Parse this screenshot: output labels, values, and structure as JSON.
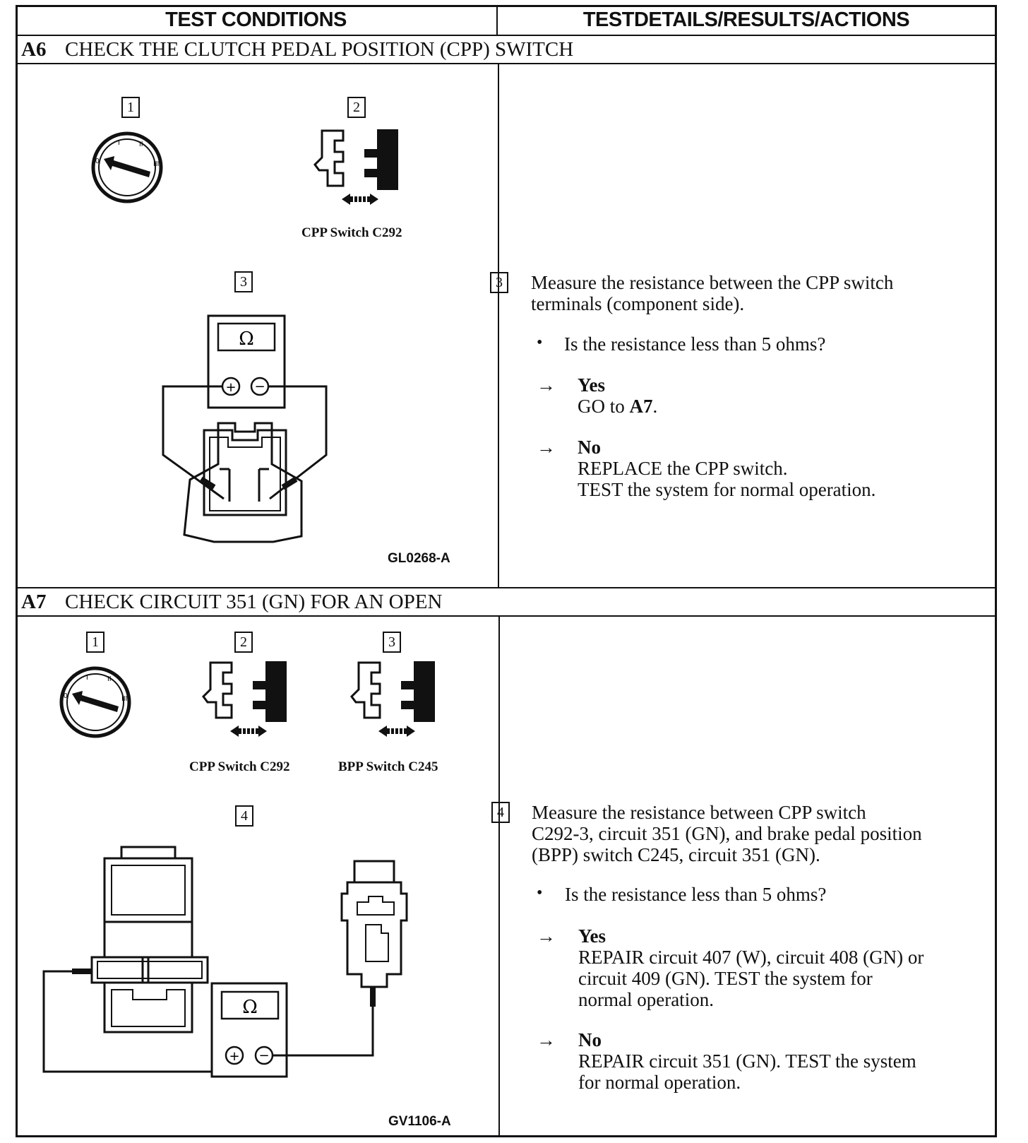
{
  "header": {
    "col1": "TEST CONDITIONS",
    "col2": "TESTDETAILS/RESULTS/ACTIONS"
  },
  "sections": [
    {
      "id": "A6",
      "title": "CHECK THE CLUTCH PEDAL POSITION (CPP) SWITCH",
      "figure": {
        "steps": [
          "1",
          "2",
          "3"
        ],
        "caption_connector": "CPP Switch C292",
        "ohm_symbol": "Ω",
        "fig_code": "GL0268-A"
      },
      "details": {
        "step": "3",
        "instruction_1": "Measure the resistance between the CPP switch",
        "instruction_2": "terminals (component side).",
        "question": "Is the resistance less than 5 ohms?",
        "yes_label": "Yes",
        "yes_action_prefix": "GO to ",
        "yes_action_target": "A7",
        "yes_action_suffix": ".",
        "no_label": "No",
        "no_action_1": "REPLACE the CPP switch.",
        "no_action_2": "TEST the system for normal  operation."
      }
    },
    {
      "id": "A7",
      "title": "CHECK CIRCUIT 351 (GN) FOR AN OPEN",
      "figure": {
        "steps": [
          "1",
          "2",
          "3",
          "4"
        ],
        "caption_cpp": "CPP Switch C292",
        "caption_bpp": "BPP Switch C245",
        "ohm_symbol": "Ω",
        "fig_code": "GV1106-A"
      },
      "details": {
        "step": "4",
        "instruction_1": "Measure the resistance between CPP switch",
        "instruction_2": "C292-3, circuit 351 (GN), and brake pedal position",
        "instruction_3": "(BPP) switch C245, circuit 351 (GN).",
        "question": "Is the resistance less than 5 ohms?",
        "yes_label": "Yes",
        "yes_action_1": "REPAIR circuit 407 (W), circuit 408 (GN) or",
        "yes_action_2": "circuit 409 (GN). TEST the system for",
        "yes_action_3": "normal operation.",
        "no_label": "No",
        "no_action_1": "REPAIR circuit 351 (GN). TEST the system",
        "no_action_2": "for normal operation."
      }
    }
  ],
  "icons": [
    "ignition-switch-icon",
    "connector-disconnect-icon",
    "ohmmeter-icon",
    "switch-body-icon",
    "connector-body-icon"
  ]
}
